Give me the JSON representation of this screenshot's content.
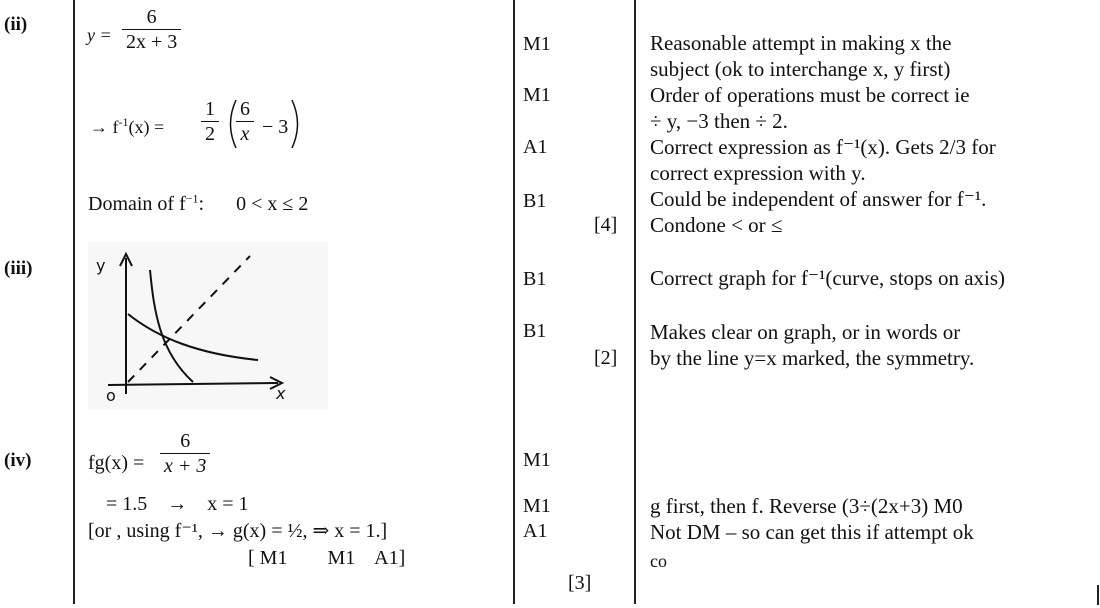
{
  "sections": {
    "ii": {
      "label": "(ii)",
      "y_eq": "y =",
      "y_num": "6",
      "y_den": "2x + 3",
      "inv_lhs": "→  f",
      "inv_sup": "-1",
      "inv_mid": "(x) =",
      "half_num": "1",
      "half_den": "2",
      "inner_num": "6",
      "inner_den": "x",
      "inner_minus": "− 3",
      "domain_label": "Domain of f",
      "domain_sup": "−1",
      "domain_colon": ":",
      "domain_value": "0 < x ≤ 2",
      "marks": [
        "M1",
        "M1",
        "A1",
        "B1"
      ],
      "total": "[4]",
      "comments": [
        "Reasonable attempt in making x the",
        "subject (ok to interchange x, y first)",
        "Order of operations must be correct ie",
        "÷ y, −3 then ÷ 2.",
        "Correct expression as f⁻¹(x).  Gets 2/3 for",
        "correct expression with y.",
        "Could be independent of answer for f⁻¹.",
        "Condone < or ≤"
      ]
    },
    "iii": {
      "label": "(iii)",
      "graph_y": "y",
      "graph_x": "x",
      "graph_o": "o",
      "marks": [
        "B1",
        "B1"
      ],
      "total": "[2]",
      "comments": [
        "Correct graph for f⁻¹(curve, stops on axis)",
        "Makes clear on graph, or in words or",
        "by the line y=x marked, the symmetry."
      ]
    },
    "iv": {
      "label": "(iv)",
      "fg_lhs": "fg(x) =",
      "fg_num": "6",
      "fg_den": "x + 3",
      "line2": "= 1.5    →    x = 1",
      "line3": "[or , using f⁻¹, → g(x) = ½,  ⇒  x = 1.]",
      "line4": "[ M1        M1    A1]",
      "marks": [
        "M1",
        "M1",
        "A1"
      ],
      "total": "[3]",
      "comments": [
        "g first, then f.  Reverse (3÷(2x+3) M0",
        "Not DM – so can get this if attempt ok",
        "co"
      ]
    }
  }
}
